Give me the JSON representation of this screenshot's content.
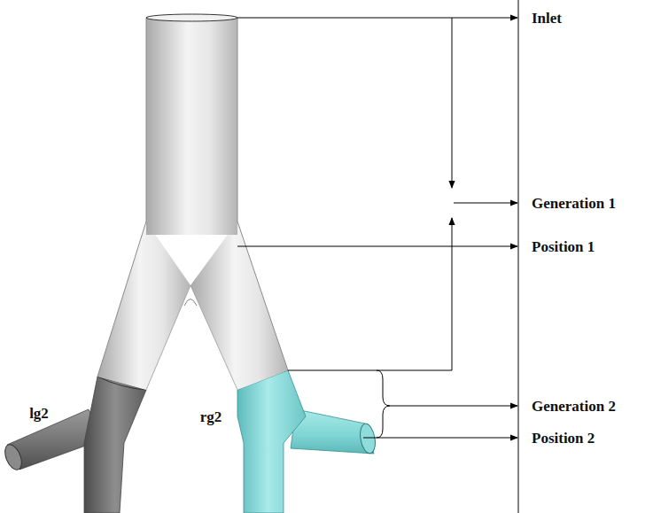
{
  "diagram": {
    "labels": [
      "Inlet",
      "Generation 1",
      "Position 1",
      "Generation 2",
      "Position 2",
      "lg2",
      "rg2"
    ]
  }
}
